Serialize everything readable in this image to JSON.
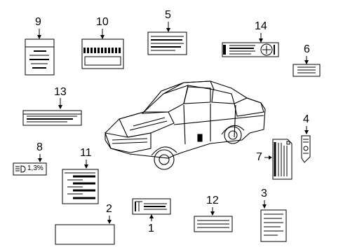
{
  "callouts": {
    "c1": "1",
    "c2": "2",
    "c3": "3",
    "c4": "4",
    "c5": "5",
    "c6": "6",
    "c7": "7",
    "c8": "8",
    "c9": "9",
    "c10": "10",
    "c11": "11",
    "c12": "12",
    "c13": "13",
    "c14": "14"
  },
  "label8_text": "1,3%",
  "colors": {
    "line": "#000000",
    "background": "#ffffff"
  }
}
